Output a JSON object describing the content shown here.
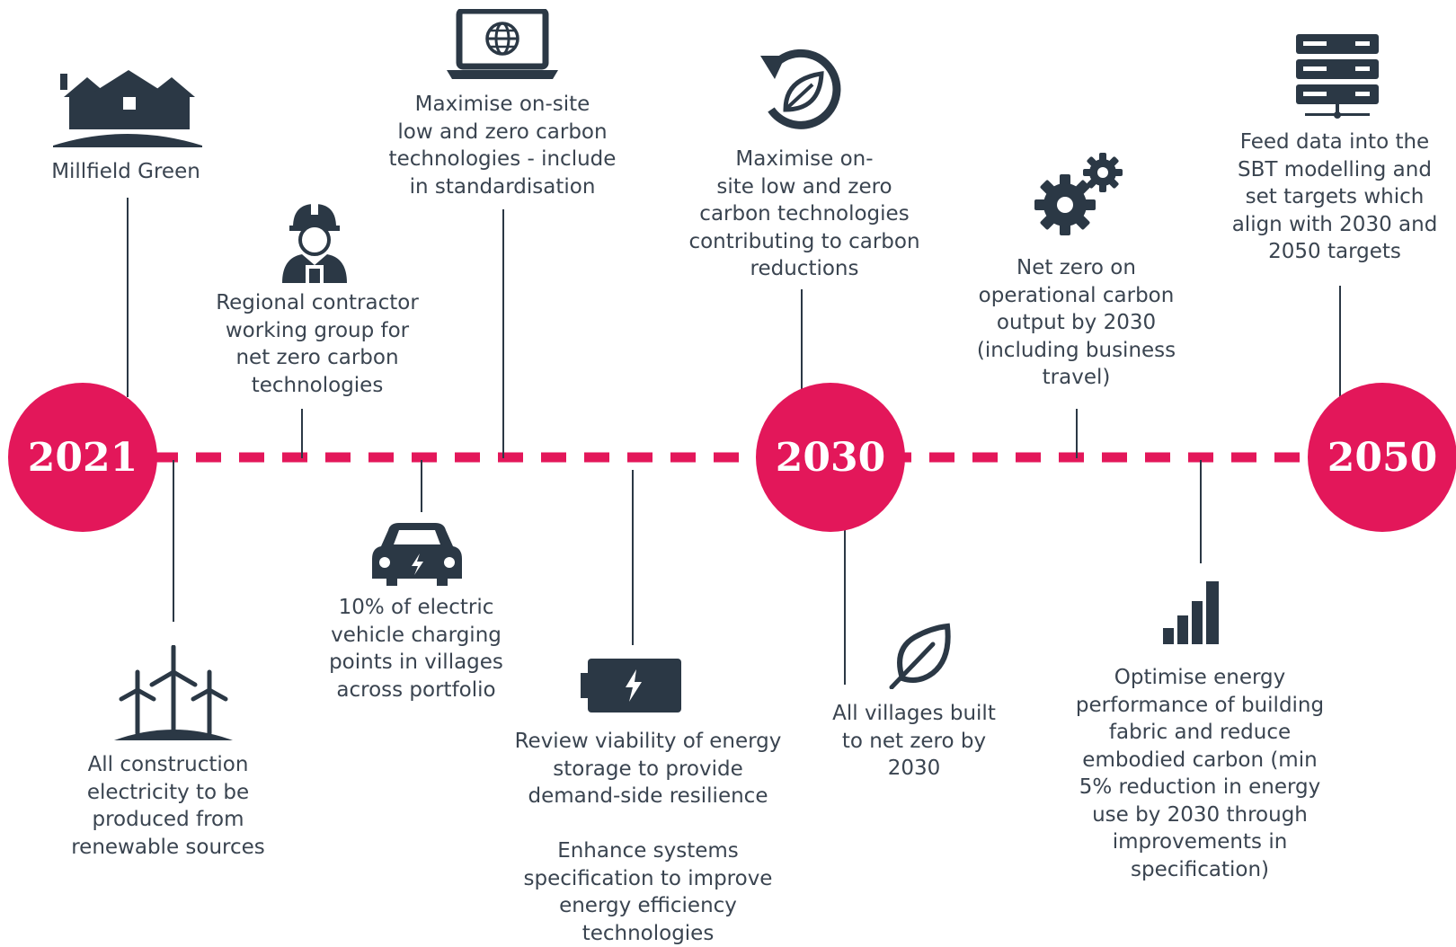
{
  "colors": {
    "accent": "#e3175a",
    "ink": "#2b3845"
  },
  "milestones": {
    "y2021": "2021",
    "y2030": "2030",
    "y2050": "2050"
  },
  "items": {
    "millfield": {
      "icon": "houses-icon",
      "text": "Millfield Green"
    },
    "contractor": {
      "icon": "worker-icon",
      "text": "Regional contractor\nworking group for\nnet zero carbon\ntechnologies"
    },
    "onsite_std": {
      "icon": "laptop-globe-icon",
      "text": "Maximise on-site\nlow and zero carbon\ntechnologies - include\nin standardisation"
    },
    "onsite_red": {
      "icon": "recycle-leaf-icon",
      "text": "Maximise on-\nsite low and zero\ncarbon technologies\ncontributing to carbon\nreductions"
    },
    "net_zero_ops": {
      "icon": "gears-icon",
      "text": "Net zero on\noperational carbon\noutput by 2030\n(including business\ntravel)"
    },
    "sbt": {
      "icon": "server-icon",
      "text": "Feed data into the\nSBT modelling and\nset targets which\nalign with 2030 and\n2050 targets"
    },
    "renewable": {
      "icon": "wind-turbines-icon",
      "text": "All construction\nelectricity to be\nproduced from\nrenewable sources"
    },
    "ev": {
      "icon": "electric-car-icon",
      "text": "10% of electric\nvehicle charging\npoints in villages\nacross portfolio"
    },
    "storage": {
      "icon": "battery-icon",
      "text": "Review viability of energy\nstorage to provide\ndemand-side resilience"
    },
    "systems": {
      "text": "Enhance systems\nspecification to improve\nenergy efficiency\ntechnologies"
    },
    "villages": {
      "icon": "leaf-icon",
      "text": "All villages built\nto net zero by\n2030"
    },
    "fabric": {
      "icon": "signal-bars-icon",
      "text": "Optimise energy\nperformance of building\nfabric and reduce\nembodied carbon (min\n5% reduction in energy\nuse by 2030 through\nimprovements in\nspecification)"
    }
  }
}
